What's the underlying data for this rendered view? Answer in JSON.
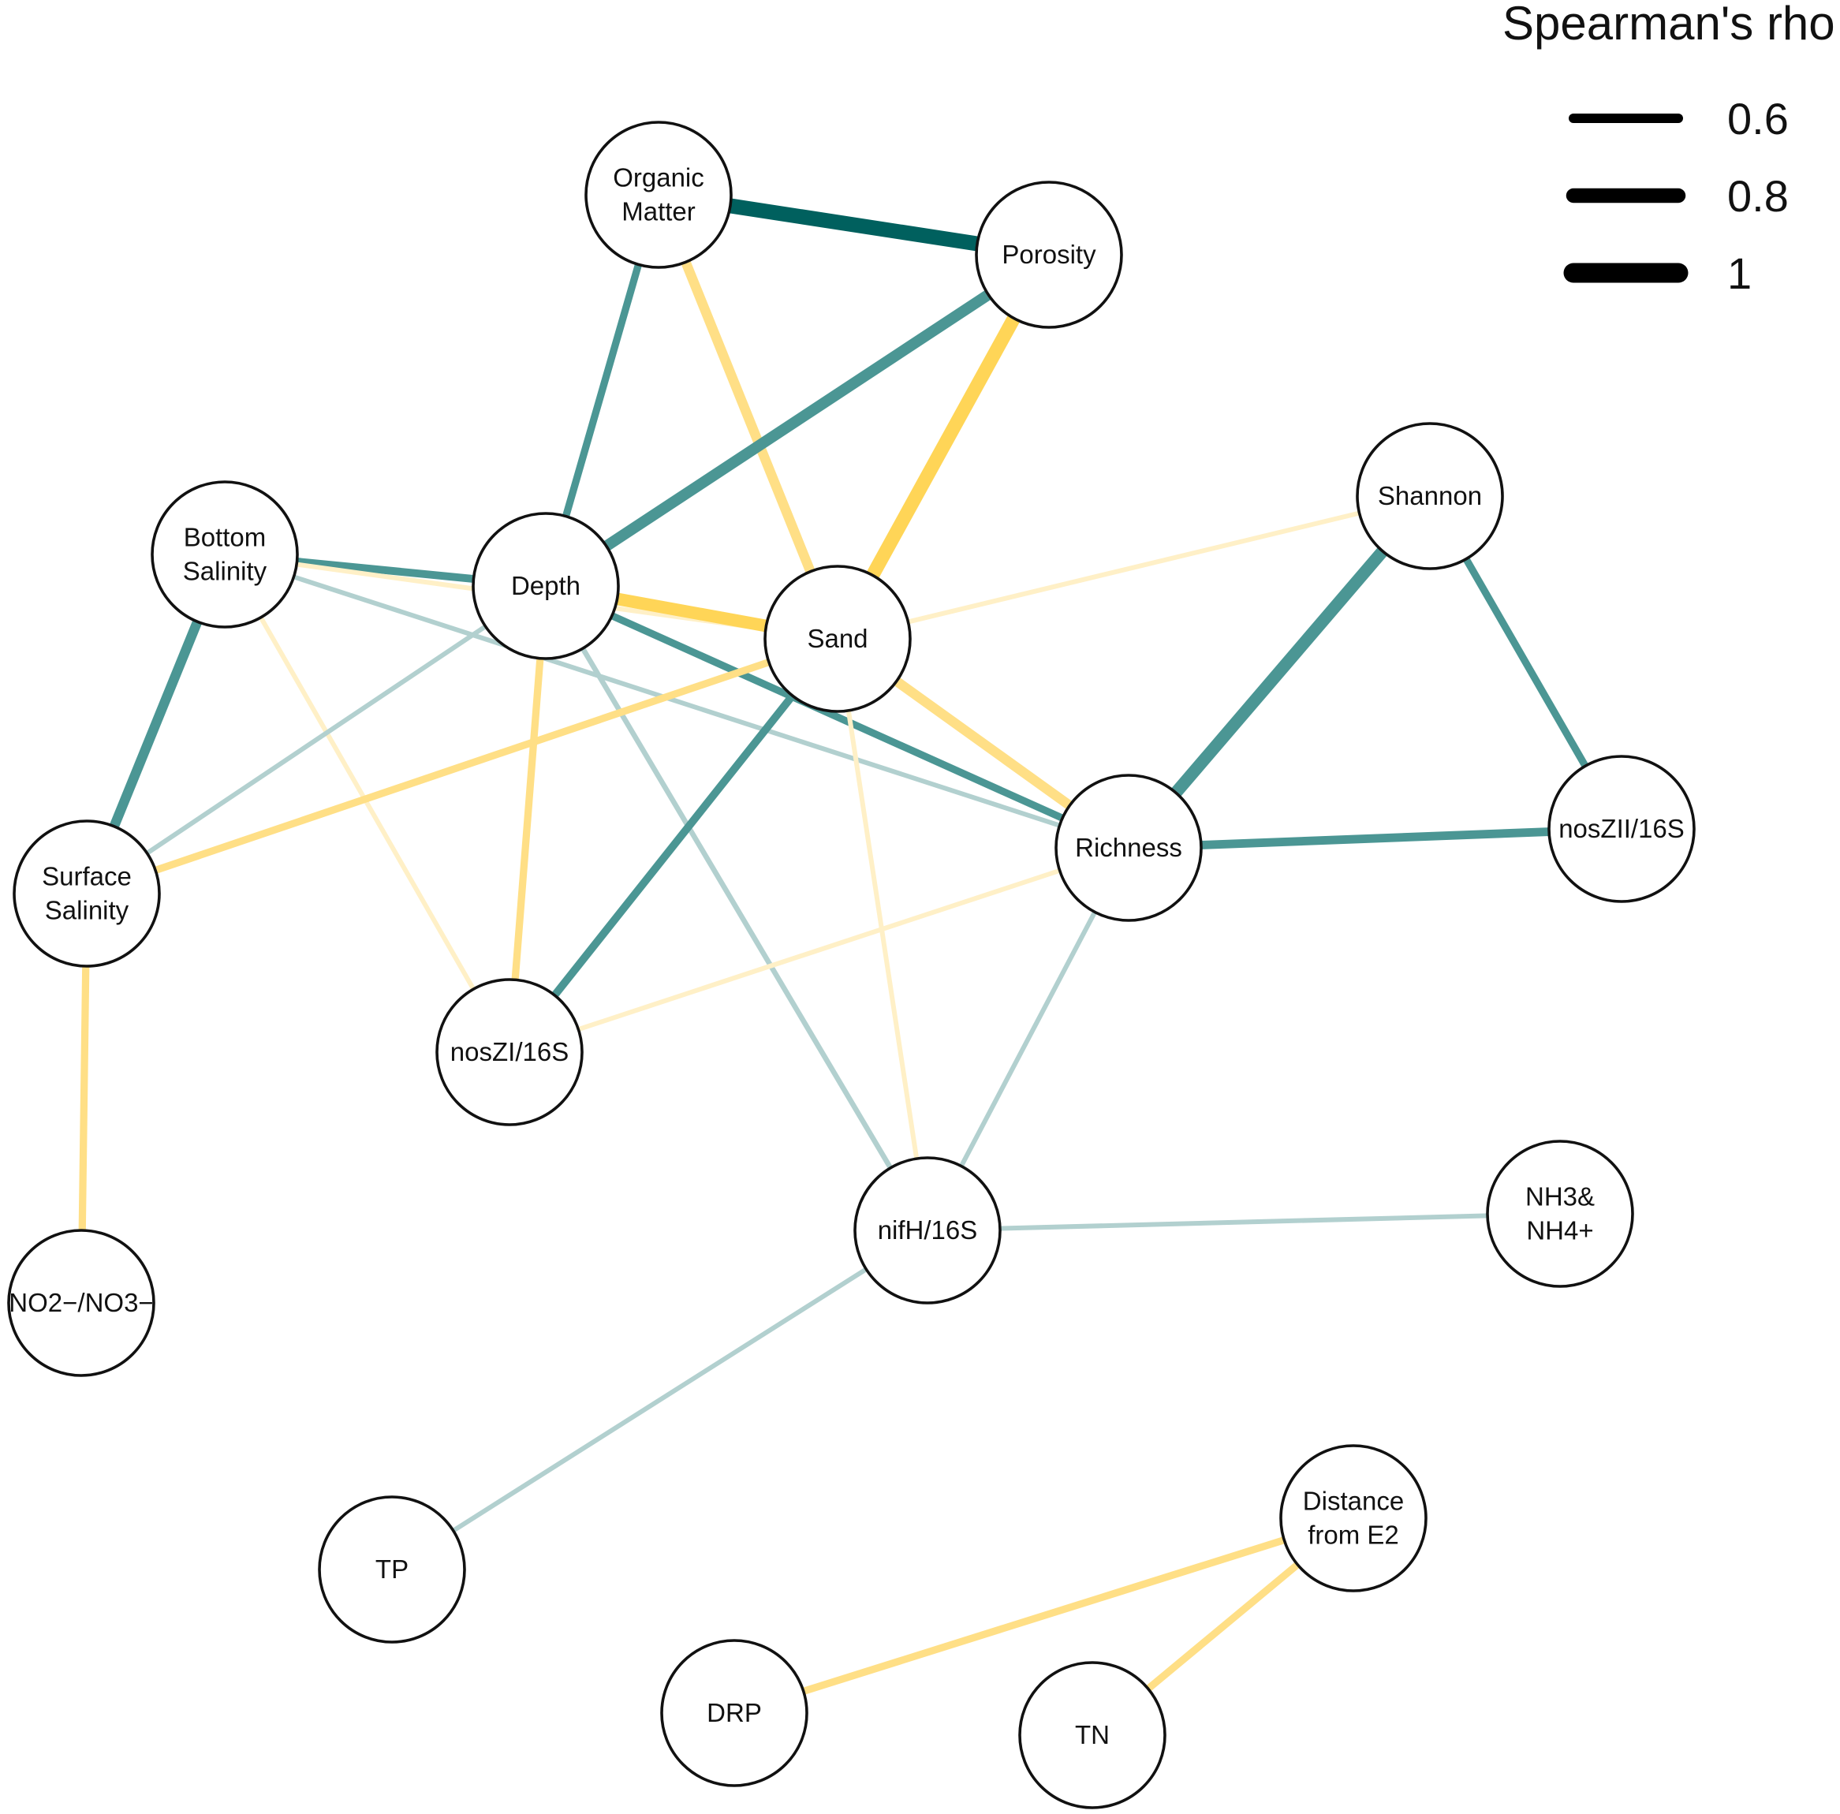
{
  "legend": {
    "title": "Spearman's rho",
    "items": [
      {
        "label": "0.6",
        "rho": 0.6
      },
      {
        "label": "0.8",
        "rho": 0.8
      },
      {
        "label": "1",
        "rho": 1.0
      }
    ]
  },
  "colors": {
    "positive_strong": "#00605e",
    "positive_medium": "#4b9694",
    "positive_weak": "#b2d0cf",
    "negative_strong": "#ffd557",
    "negative_medium": "#ffdf86",
    "negative_weak": "#fff0c7"
  },
  "nodes": [
    {
      "id": "organic_matter",
      "lines": [
        "Organic",
        "Matter"
      ]
    },
    {
      "id": "porosity",
      "lines": [
        "Porosity"
      ]
    },
    {
      "id": "shannon",
      "lines": [
        "Shannon"
      ]
    },
    {
      "id": "bottom_salinity",
      "lines": [
        "Bottom",
        "Salinity"
      ]
    },
    {
      "id": "depth",
      "lines": [
        "Depth"
      ]
    },
    {
      "id": "sand",
      "lines": [
        "Sand"
      ]
    },
    {
      "id": "richness",
      "lines": [
        "Richness"
      ]
    },
    {
      "id": "noszii",
      "lines": [
        "nosZII/16S"
      ]
    },
    {
      "id": "surface_salinity",
      "lines": [
        "Surface",
        "Salinity"
      ]
    },
    {
      "id": "noszi",
      "lines": [
        "nosZI/16S"
      ]
    },
    {
      "id": "nifh",
      "lines": [
        "nifH/16S"
      ]
    },
    {
      "id": "nh34",
      "lines": [
        "NH3&",
        "NH4+"
      ]
    },
    {
      "id": "no23",
      "lines": [
        "NO2−/NO3−"
      ]
    },
    {
      "id": "tp",
      "lines": [
        "TP"
      ]
    },
    {
      "id": "distance_e2",
      "lines": [
        "Distance",
        "from E2"
      ]
    },
    {
      "id": "drp",
      "lines": [
        "DRP"
      ]
    },
    {
      "id": "tn",
      "lines": [
        "TN"
      ]
    }
  ],
  "edges": [
    {
      "from": "organic_matter",
      "to": "porosity",
      "sign": "positive",
      "rho": 1.0
    },
    {
      "from": "organic_matter",
      "to": "depth",
      "sign": "positive",
      "rho": 0.7
    },
    {
      "from": "organic_matter",
      "to": "sand",
      "sign": "negative",
      "rho": 0.8
    },
    {
      "from": "porosity",
      "to": "depth",
      "sign": "positive",
      "rho": 0.85
    },
    {
      "from": "porosity",
      "to": "sand",
      "sign": "negative",
      "rho": 0.95
    },
    {
      "from": "bottom_salinity",
      "to": "depth",
      "sign": "positive",
      "rho": 0.72
    },
    {
      "from": "bottom_salinity",
      "to": "sand",
      "sign": "negative",
      "rho": 0.6
    },
    {
      "from": "bottom_salinity",
      "to": "richness",
      "sign": "positive",
      "rho": 0.6
    },
    {
      "from": "bottom_salinity",
      "to": "surface_salinity",
      "sign": "positive",
      "rho": 0.8
    },
    {
      "from": "bottom_salinity",
      "to": "noszi",
      "sign": "negative",
      "rho": 0.6
    },
    {
      "from": "depth",
      "to": "sand",
      "sign": "negative",
      "rho": 0.9
    },
    {
      "from": "depth",
      "to": "richness",
      "sign": "positive",
      "rho": 0.7
    },
    {
      "from": "depth",
      "to": "surface_salinity",
      "sign": "positive",
      "rho": 0.6
    },
    {
      "from": "depth",
      "to": "noszi",
      "sign": "negative",
      "rho": 0.7
    },
    {
      "from": "depth",
      "to": "nifh",
      "sign": "positive",
      "rho": 0.62
    },
    {
      "from": "sand",
      "to": "shannon",
      "sign": "negative",
      "rho": 0.6
    },
    {
      "from": "sand",
      "to": "richness",
      "sign": "negative",
      "rho": 0.8
    },
    {
      "from": "sand",
      "to": "surface_salinity",
      "sign": "negative",
      "rho": 0.7
    },
    {
      "from": "sand",
      "to": "noszi",
      "sign": "positive",
      "rho": 0.72
    },
    {
      "from": "sand",
      "to": "nifh",
      "sign": "negative",
      "rho": 0.6
    },
    {
      "from": "shannon",
      "to": "richness",
      "sign": "positive",
      "rho": 0.9
    },
    {
      "from": "shannon",
      "to": "noszii",
      "sign": "positive",
      "rho": 0.7
    },
    {
      "from": "richness",
      "to": "noszii",
      "sign": "positive",
      "rho": 0.75
    },
    {
      "from": "richness",
      "to": "noszi",
      "sign": "negative",
      "rho": 0.6
    },
    {
      "from": "richness",
      "to": "nifh",
      "sign": "positive",
      "rho": 0.6
    },
    {
      "from": "surface_salinity",
      "to": "no23",
      "sign": "negative",
      "rho": 0.7
    },
    {
      "from": "nifh",
      "to": "nh34",
      "sign": "positive",
      "rho": 0.6
    },
    {
      "from": "nifh",
      "to": "tp",
      "sign": "positive",
      "rho": 0.6
    },
    {
      "from": "distance_e2",
      "to": "drp",
      "sign": "negative",
      "rho": 0.7
    },
    {
      "from": "distance_e2",
      "to": "tn",
      "sign": "negative",
      "rho": 0.7
    }
  ]
}
